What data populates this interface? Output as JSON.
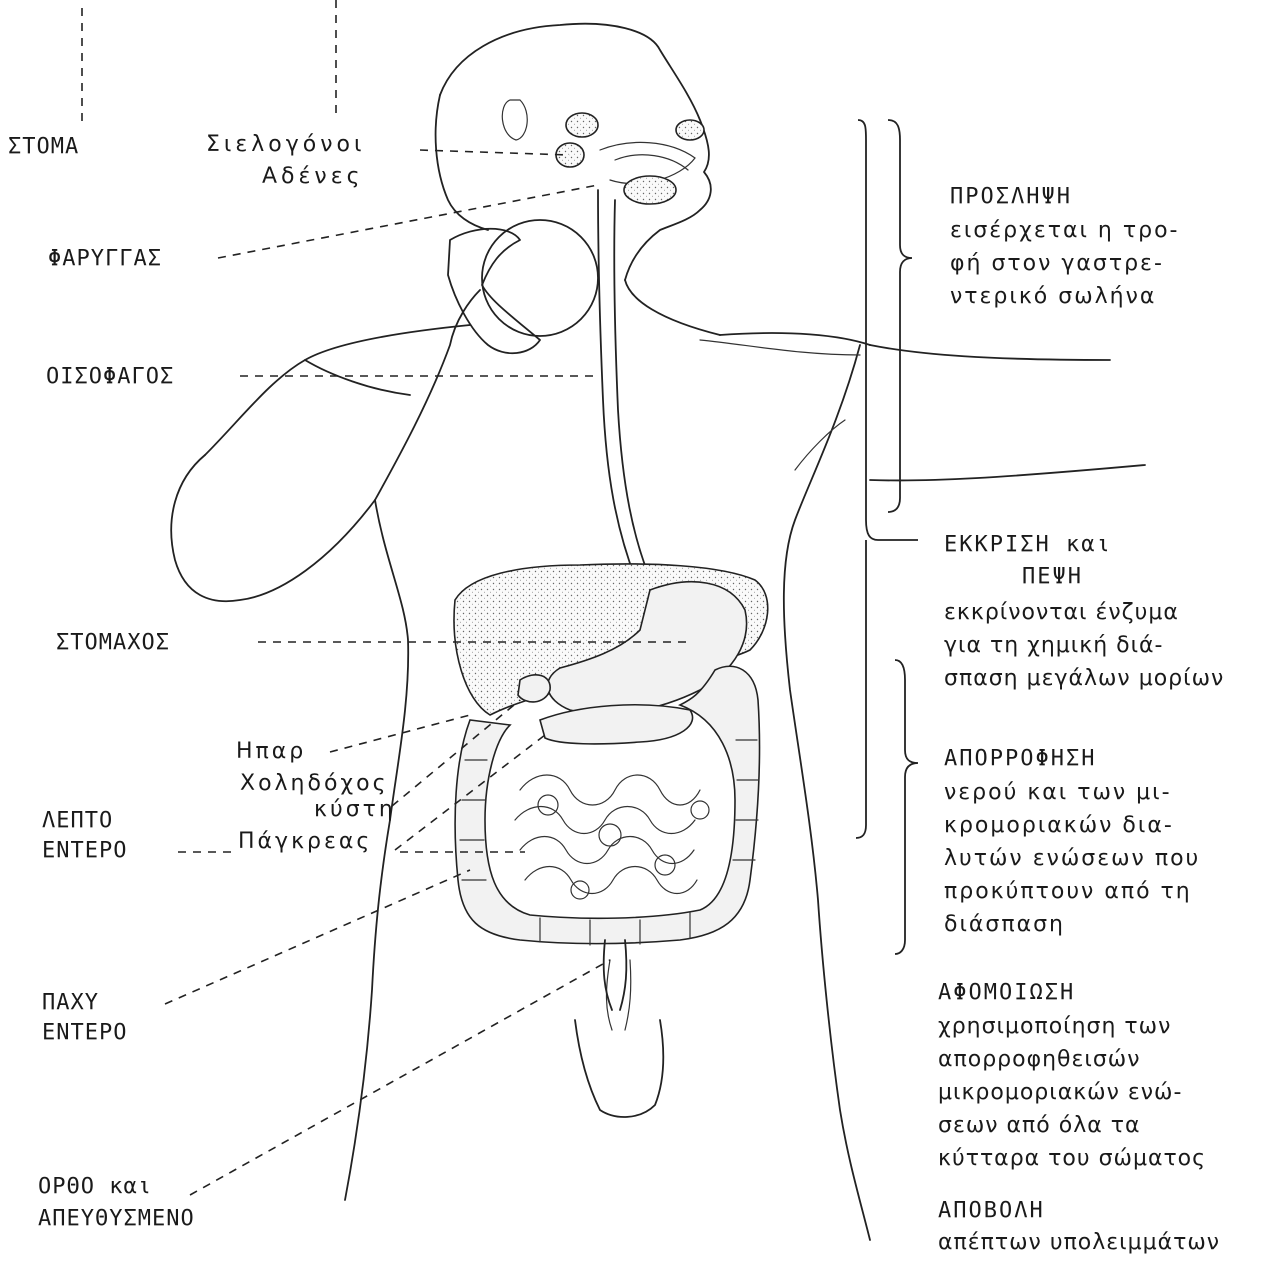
{
  "labels": {
    "stoma": "ΣΤΟΜΑ",
    "sialogonoi_1": "Σιελογόνοι",
    "sialogonoi_2": "Αδένες",
    "farygas": "ΦΑΡΥΓΓΑΣ",
    "oisofagos": "ΟΙΣΟΦΑΓΟΣ",
    "stomaxos": "ΣΤΟΜΑΧΟΣ",
    "ipar": "Ηπαρ",
    "xolidoxos_1": "Χοληδόχος",
    "xolidoxos_2": "κύστη",
    "pagkreas": "Πάγκρεας",
    "lepto_1": "ΛΕΠΤΟ",
    "lepto_2": "ΕΝΤΕΡΟ",
    "paxy_1": "ΠΑΧΥ",
    "paxy_2": "ΕΝΤΕΡΟ",
    "ortho_1": "ΟΡΘΟ και",
    "ortho_2": "ΑΠΕΥΘΥΣΜΕΝΟ"
  },
  "stages": {
    "proslipsi": {
      "title": "ΠΡΟΣΛΗΨΗ",
      "text": "εισέρχεται η τρο-\nφή στον γαστρε-\nντερικό σωλήνα"
    },
    "ekkrisi": {
      "title": "ΕΚΚΡΙΣΗ και",
      "title2": "ΠΕΨΗ",
      "text": "εκκρίνονται ένζυμα\nγια τη χημική διά-\nσπαση μεγάλων μορίων"
    },
    "aporrofisi": {
      "title": "ΑΠΟΡΡΟΦΗΣΗ",
      "text": "νερού και των μι-\nκρομοριακών δια-\nλυτών ενώσεων που\nπροκύπτουν από τη\nδιάσπαση"
    },
    "afomoiosi": {
      "title": "ΑΦΟΜΟΙΩΣΗ",
      "text": "χρησιμοποίηση των\nαπορροφηθεισών\nμικρομοριακών ενώ-\nσεων από όλα τα\nκύτταρα του σώματος"
    },
    "apovoli": {
      "title": "ΑΠΟΒΟΛΗ",
      "text": "απέπτων υπολειμμάτων"
    }
  },
  "colors": {
    "ink": "#222222",
    "background": "#ffffff"
  }
}
